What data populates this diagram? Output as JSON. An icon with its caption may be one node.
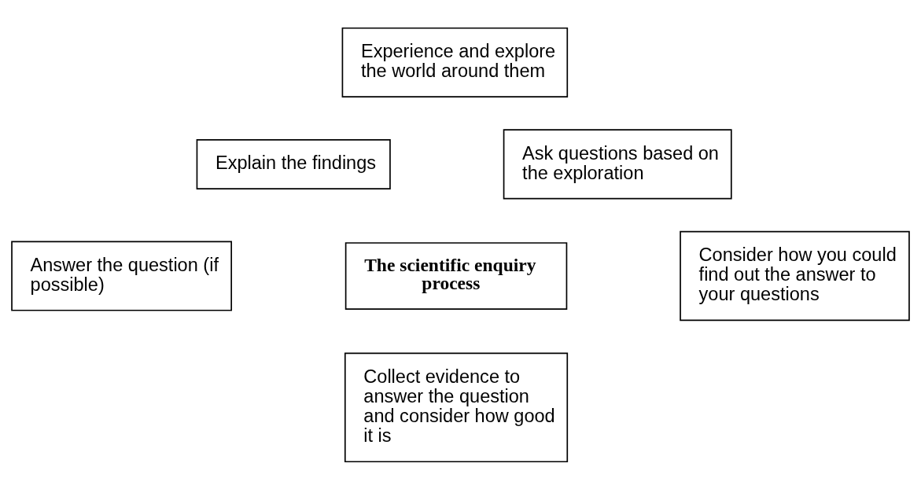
{
  "diagram": {
    "nodes": [
      {
        "text": [
          "Experience and explore the world around them"
        ]
      },
      {
        "text": [
          "Explain the findings"
        ]
      },
      {
        "text": [
          "Ask questions based on the exploration"
        ]
      },
      {
        "text": [
          "The scientific enquiry process"
        ]
      },
      {
        "text": [
          "Answer the question (if possible)"
        ]
      },
      {
        "text": [
          "Consider how you could find out the answer to your questions"
        ]
      },
      {
        "text": [
          "Collect evidence to answer the question and consider how good it is"
        ]
      }
    ],
    "edges": []
  }
}
